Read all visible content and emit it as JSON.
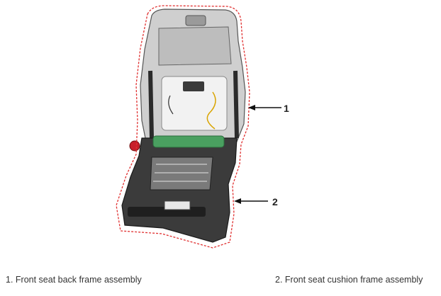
{
  "callouts": [
    {
      "number": "1"
    },
    {
      "number": "2"
    }
  ],
  "legend": [
    {
      "text": "1. Front seat back frame assembly"
    },
    {
      "text": "2. Front seat cushion frame assembly"
    }
  ],
  "colors": {
    "outline": "#e03030",
    "frame_dark": "#2b2b2b",
    "frame_light": "#d8d8d8",
    "mechanism_green": "#4aa060",
    "knob_red": "#c8202a"
  }
}
